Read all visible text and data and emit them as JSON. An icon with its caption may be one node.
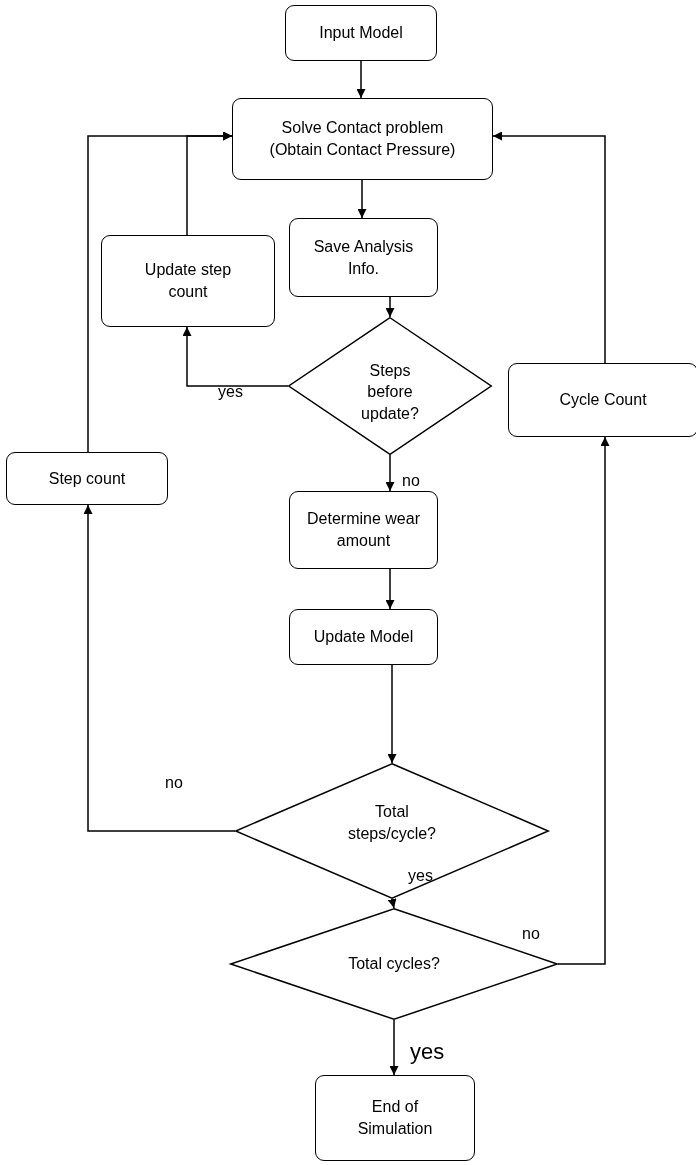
{
  "diagram": {
    "nodes": [
      {
        "text": [
          "Input Model"
        ]
      },
      {
        "text": [
          "Solve Contact problem (Obtain Contact Pressure)"
        ]
      },
      {
        "text": [
          "Save Analysis Info."
        ]
      },
      {
        "text": [
          "Update step count"
        ]
      },
      {
        "text": [
          "Steps before update?"
        ]
      },
      {
        "text": [
          "Cycle Count"
        ]
      },
      {
        "text": [
          "Step count"
        ]
      },
      {
        "text": [
          "Determine wear amount"
        ]
      },
      {
        "text": [
          "Update Model"
        ]
      },
      {
        "text": [
          "Total steps/cycle?"
        ]
      },
      {
        "text": [
          "Total cycles?"
        ]
      },
      {
        "text": [
          "End of Simulation"
        ]
      }
    ],
    "edges": [
      {
        "from": 0,
        "to": 1,
        "arrow": "to"
      },
      {
        "from": 1,
        "to": 2,
        "arrow": "to"
      },
      {
        "from": 2,
        "to": 4,
        "arrow": "to"
      },
      {
        "from": 4,
        "to": 3,
        "arrow": "to",
        "label": "yes"
      },
      {
        "from": 3,
        "to": 1,
        "arrow": "to"
      },
      {
        "from": 4,
        "to": 7,
        "arrow": "to",
        "label": "no"
      },
      {
        "from": 7,
        "to": 8,
        "arrow": "to"
      },
      {
        "from": 8,
        "to": 9,
        "arrow": "to"
      },
      {
        "from": 9,
        "to": 6,
        "arrow": "to",
        "label": "no"
      },
      {
        "from": 6,
        "to": 1,
        "arrow": "to"
      },
      {
        "from": 9,
        "to": 10,
        "arrow": "to",
        "label": "yes"
      },
      {
        "from": 10,
        "to": 5,
        "arrow": "to",
        "label": "no"
      },
      {
        "from": 5,
        "to": 1,
        "arrow": "to"
      },
      {
        "from": 10,
        "to": 11,
        "arrow": "to",
        "label": "yes"
      }
    ]
  }
}
